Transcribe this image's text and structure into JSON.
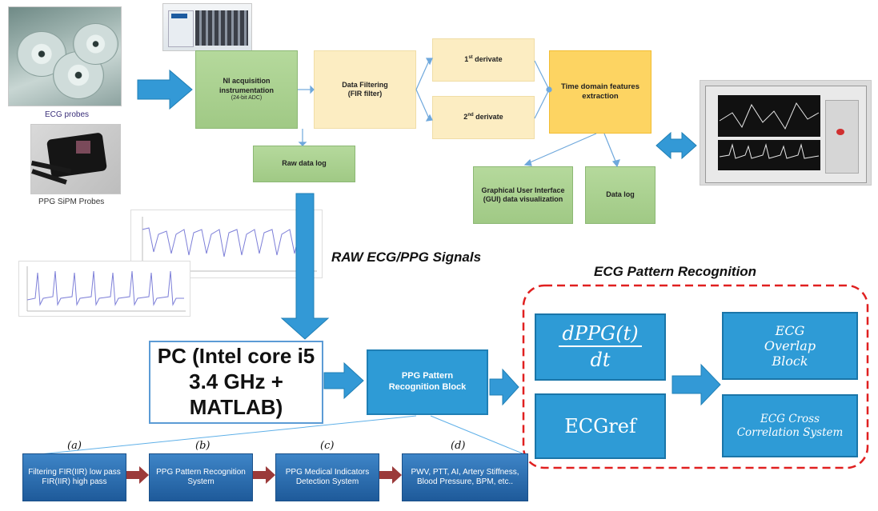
{
  "acquisition": {
    "ecg_probes_caption": "ECG probes",
    "ppg_probes_caption": "PPG SiPM Probes",
    "ni_block_title": "NI acquisition instrumentation",
    "ni_block_sub": "(24-bit ADC)",
    "filter_block_title": "Data Filtering",
    "filter_block_sub": "(FIR filter)",
    "first_derivate": "1st derivate",
    "second_derivate": "2nd derivate",
    "features_block": "Time domain features extraction",
    "raw_log": "Raw data log",
    "gui_block": "Graphical User Interface (GUI) data visualization",
    "data_log": "Data log"
  },
  "signals_label": "RAW ECG/PPG Signals",
  "pc_block": "PC (Intel core i5 3.4 GHz + MATLAB)",
  "ppg_block": "PPG Pattern Recognition Block",
  "ecg_section": {
    "title": "ECG Pattern Recognition",
    "deriv_num": "dPPG(t)",
    "deriv_den": "dt",
    "ecg_ref": "ECGref",
    "overlap": "ECG Overlap Block",
    "xcorr": "ECG Cross Correlation System"
  },
  "pipeline": [
    {
      "tag": "(a)",
      "text": "Filtering FIR(IIR) low pass FIR(IIR) high pass"
    },
    {
      "tag": "(b)",
      "text": "PPG Pattern Recognition System"
    },
    {
      "tag": "(c)",
      "text": "PPG Medical Indicators Detection System"
    },
    {
      "tag": "(d)",
      "text": "PWV, PTT, AI, Artery Stiffness, Blood Pressure, BPM, etc.."
    }
  ],
  "colors": {
    "green": "#a9d08e",
    "yellow": "#fcedc2",
    "orange": "#fdd462",
    "blue": "#2e9bd6",
    "dark_blue": "#1e5a9a",
    "dashed_red": "#e02020",
    "arrow_blue": "#3399d6"
  }
}
